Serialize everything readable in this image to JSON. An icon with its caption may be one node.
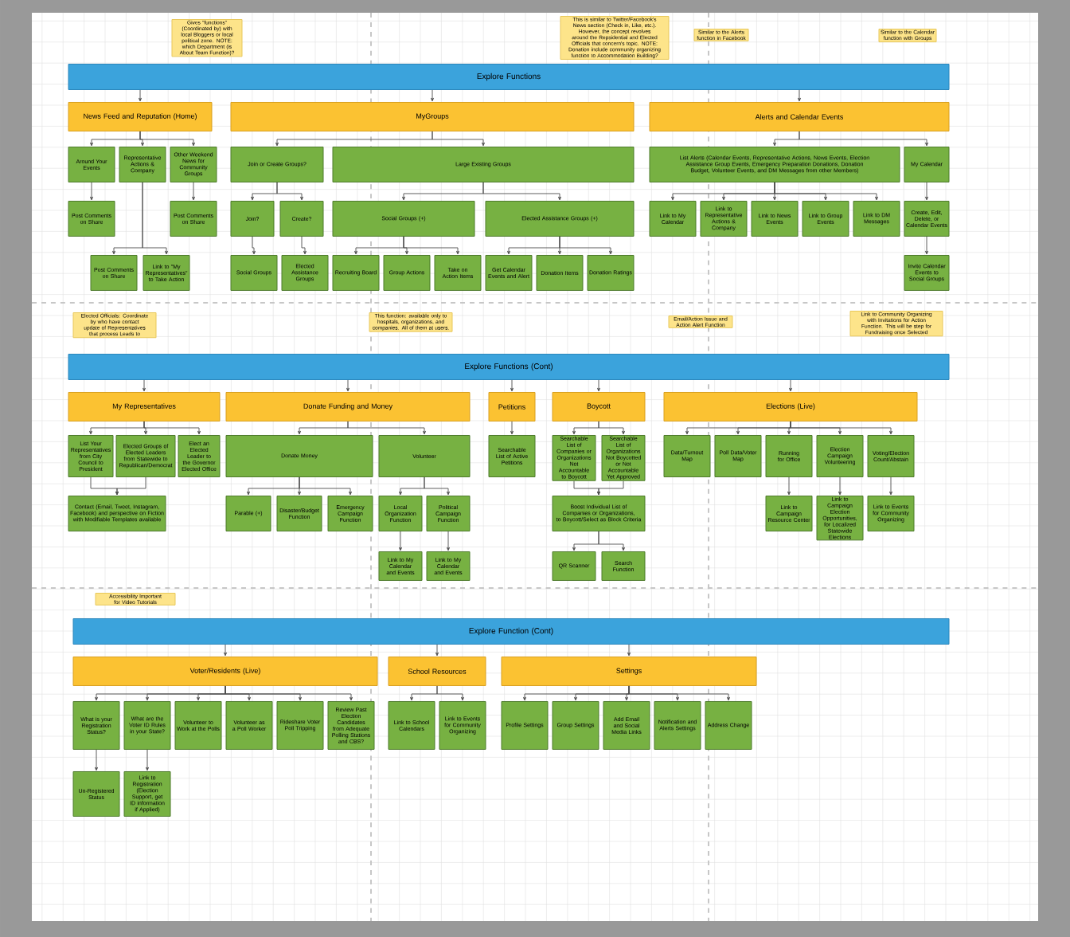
{
  "diagram": {
    "nodes": [
      {
        "text": [
          "Explore Functions"
        ]
      },
      {
        "text": [
          "Gives \"functions\" (Coordinated by) with local Bloggers or local political zone. NOTE: which Department (is About Team Function)?"
        ]
      },
      {
        "text": [
          "News Feed and Reputation (Home)"
        ]
      },
      {
        "text": [
          "MyGroups"
        ]
      },
      {
        "text": [
          "This is similar to Twitter/Facebook's News section (Check in, Like, etc.). However, the concept revolves around the Repsidential and Elected Officials that concern's topic. NOTE: Donation include community organizing function to Accommodation Building?"
        ]
      },
      {
        "text": [
          "Alerts and Calendar Events"
        ]
      },
      {
        "text": [
          "Similar to the Alerts function in Facebook"
        ]
      },
      {
        "text": [
          "Similar to the Calendar function with Groups"
        ]
      },
      {
        "text": [
          "Around Your Events"
        ]
      },
      {
        "text": [
          "Representative Actions & Company"
        ]
      },
      {
        "text": [
          "Other Weekend News for Community Groups"
        ]
      },
      {
        "text": [
          "Join or Create Groups?"
        ]
      },
      {
        "text": [
          "Large Existing Groups"
        ]
      },
      {
        "text": [
          "List Alerts (Calendar Events, Representative Actions, News Events, Election Assistance Group Events, Emergency Preparation Donations, Donation Budget, Volunteer Events, and DM Messages from other Members)"
        ]
      },
      {
        "text": [
          "My Calendar"
        ]
      },
      {
        "text": [
          "Post Comments on Share"
        ]
      },
      {
        "text": [
          "Post Comments on Share"
        ]
      },
      {
        "text": [
          "Join?"
        ]
      },
      {
        "text": [
          "Create?"
        ]
      },
      {
        "text": [
          "Social Groups (+)"
        ]
      },
      {
        "text": [
          "Elected Assistance Groups (+)"
        ]
      },
      {
        "text": [
          "Link to My Calendar"
        ]
      },
      {
        "text": [
          "Link to Representative Actions & Company"
        ]
      },
      {
        "text": [
          "Link to News Events"
        ]
      },
      {
        "text": [
          "Link to Group Events"
        ]
      },
      {
        "text": [
          "Link to DM Messages"
        ]
      },
      {
        "text": [
          "Create, Edit, Delete, or Calendar Events"
        ]
      },
      {
        "text": [
          "Post Comments on Share"
        ]
      },
      {
        "text": [
          "Link to \"My Representatives\" to Take Action"
        ]
      },
      {
        "text": [
          "Social Groups"
        ]
      },
      {
        "text": [
          "Elected Assistance Groups"
        ]
      },
      {
        "text": [
          "Recruiting Board"
        ]
      },
      {
        "text": [
          "Group Actions"
        ]
      },
      {
        "text": [
          "Take on Action Items"
        ]
      },
      {
        "text": [
          "Get Calendar Events and Alert"
        ]
      },
      {
        "text": [
          "Donation Items"
        ]
      },
      {
        "text": [
          "Donation Ratings"
        ]
      },
      {
        "text": [
          "Invite Calendar Events to Social Groups"
        ]
      },
      {
        "text": [
          "Explore Functions (Cont)"
        ]
      },
      {
        "text": [
          "Elected Officials: Coordinate by who have contact update of Representatives that process Leads to"
        ]
      },
      {
        "text": [
          "My Representatives"
        ]
      },
      {
        "text": [
          "Donate Funding and Money"
        ]
      },
      {
        "text": [
          "This function: available only to hospitals, organizations, and companies. All of them at users."
        ]
      },
      {
        "text": [
          "Petitions"
        ]
      },
      {
        "text": [
          "Boycott"
        ]
      },
      {
        "text": [
          "Email/Action Issue and Action Alert Function"
        ]
      },
      {
        "text": [
          "Elections (Live)"
        ]
      },
      {
        "text": [
          "Link to Community Organizing with Invitations for Action Function. This will be step for Fundraising once Selected"
        ]
      },
      {
        "text": [
          "List Your Representatives from City Council to President"
        ]
      },
      {
        "text": [
          "Elected Groups of Elected Leaders from Statewide to Republican/Democrat"
        ]
      },
      {
        "text": [
          "Elect an Elected Leader to the Governor Elected Office"
        ]
      },
      {
        "text": [
          "Donate Money"
        ]
      },
      {
        "text": [
          "Volunteer"
        ]
      },
      {
        "text": [
          "Searchable List of Active Petitions"
        ]
      },
      {
        "text": [
          "Searchable List of Companies or Organizations Not Accountable to Boycott"
        ]
      },
      {
        "text": [
          "Searchable List of Organizations Not Boycotted or Not Accountable Yet Approved"
        ]
      },
      {
        "text": [
          "Data/Turnout Map"
        ]
      },
      {
        "text": [
          "Poll Data/Voter Map"
        ]
      },
      {
        "text": [
          "Running for Office"
        ]
      },
      {
        "text": [
          "Election Campaign Volunteering"
        ]
      },
      {
        "text": [
          "Voting/Election Count/Abstain"
        ]
      },
      {
        "text": [
          "Contact (Email, Tweet, Instagram, Facebook) and perspective on Fiction with Modifiable Templates available"
        ]
      },
      {
        "text": [
          "Parable (+)"
        ]
      },
      {
        "text": [
          "Disaster/Budget Function"
        ]
      },
      {
        "text": [
          "Emergency Campaign Function"
        ]
      },
      {
        "text": [
          "Local Organization Function"
        ]
      },
      {
        "text": [
          "Political Campaign Function"
        ]
      },
      {
        "text": [
          "Boost Individual List of Companies or Organizations, to Boycott/Select as Block Criteria"
        ]
      },
      {
        "text": [
          "Link to Campaign Resource Center"
        ]
      },
      {
        "text": [
          "Link to Campaign Election Opportunities, for Localized Statewide Elections"
        ]
      },
      {
        "text": [
          "Link to Events for Community Organizing"
        ]
      },
      {
        "text": [
          "Link to My Calendar and Events"
        ]
      },
      {
        "text": [
          "Link to My Calendar and Events"
        ]
      },
      {
        "text": [
          "QR Scanner"
        ]
      },
      {
        "text": [
          "Search Function"
        ]
      },
      {
        "text": [
          "Explore Function (Cont)"
        ]
      },
      {
        "text": [
          "Accessibility Important for Video Tutorials"
        ]
      },
      {
        "text": [
          "Voter/Residents (Live)"
        ]
      },
      {
        "text": [
          "School Resources"
        ]
      },
      {
        "text": [
          "Settings"
        ]
      },
      {
        "text": [
          "What is your Registration Status?"
        ]
      },
      {
        "text": [
          "What are the Voter ID Rules in your State?"
        ]
      },
      {
        "text": [
          "Volunteer to Work at the Polls"
        ]
      },
      {
        "text": [
          "Volunteer as a Poll Worker"
        ]
      },
      {
        "text": [
          "Rideshare Voter Poll Tripping"
        ]
      },
      {
        "text": [
          "Review Past Election Candidates from Adequate Polling Stations and CBS?"
        ]
      },
      {
        "text": [
          "Link to School Calendars"
        ]
      },
      {
        "text": [
          "Link to Events for Community Organizing"
        ]
      },
      {
        "text": [
          "Profile Settings"
        ]
      },
      {
        "text": [
          "Group Settings"
        ]
      },
      {
        "text": [
          "Add Email and Social Media Links"
        ]
      },
      {
        "text": [
          "Notification and Alerts Settings"
        ]
      },
      {
        "text": [
          "Address Change"
        ]
      },
      {
        "text": [
          "Un-Registered Status"
        ]
      },
      {
        "text": [
          "Link to Registration (Election Support, get ID information if Applied)"
        ]
      }
    ],
    "edges": [
      {
        "from": 0,
        "to": 2,
        "arrow": "to"
      },
      {
        "from": 0,
        "to": 3,
        "arrow": "to"
      },
      {
        "from": 0,
        "to": 5,
        "arrow": "to"
      },
      {
        "from": 2,
        "to": 8,
        "arrow": "to"
      },
      {
        "from": 2,
        "to": 9,
        "arrow": "to"
      },
      {
        "from": 2,
        "to": 10,
        "arrow": "to"
      },
      {
        "from": 8,
        "to": 15,
        "arrow": "to"
      },
      {
        "from": 10,
        "to": 16,
        "arrow": "to"
      },
      {
        "from": 9,
        "to": 27,
        "arrow": "to"
      },
      {
        "from": 9,
        "to": 28,
        "arrow": "to"
      },
      {
        "from": 3,
        "to": 11,
        "arrow": "to"
      },
      {
        "from": 3,
        "to": 12,
        "arrow": "to"
      },
      {
        "from": 11,
        "to": 17,
        "arrow": "to"
      },
      {
        "from": 11,
        "to": 18,
        "arrow": "to"
      },
      {
        "from": 12,
        "to": 19,
        "arrow": "to"
      },
      {
        "from": 12,
        "to": 20,
        "arrow": "to"
      },
      {
        "from": 17,
        "to": 29,
        "arrow": "to"
      },
      {
        "from": 18,
        "to": 30,
        "arrow": "to"
      },
      {
        "from": 19,
        "to": 31,
        "arrow": "to"
      },
      {
        "from": 19,
        "to": 32,
        "arrow": "to"
      },
      {
        "from": 19,
        "to": 33,
        "arrow": "to"
      },
      {
        "from": 20,
        "to": 34,
        "arrow": "to"
      },
      {
        "from": 20,
        "to": 35,
        "arrow": "to"
      },
      {
        "from": 20,
        "to": 36,
        "arrow": "to"
      },
      {
        "from": 5,
        "to": 13,
        "arrow": "to"
      },
      {
        "from": 5,
        "to": 14,
        "arrow": "to"
      },
      {
        "from": 13,
        "to": 21,
        "arrow": "to"
      },
      {
        "from": 13,
        "to": 22,
        "arrow": "to"
      },
      {
        "from": 13,
        "to": 23,
        "arrow": "to"
      },
      {
        "from": 13,
        "to": 24,
        "arrow": "to"
      },
      {
        "from": 13,
        "to": 25,
        "arrow": "to"
      },
      {
        "from": 14,
        "to": 26,
        "arrow": "to"
      },
      {
        "from": 26,
        "to": 37,
        "arrow": "to"
      },
      {
        "from": 38,
        "to": 40,
        "arrow": "to"
      },
      {
        "from": 38,
        "to": 41,
        "arrow": "to"
      },
      {
        "from": 38,
        "to": 43,
        "arrow": "to"
      },
      {
        "from": 38,
        "to": 44,
        "arrow": "to"
      },
      {
        "from": 38,
        "to": 46,
        "arrow": "to"
      },
      {
        "from": 40,
        "to": 48,
        "arrow": "to"
      },
      {
        "from": 40,
        "to": 49,
        "arrow": "to"
      },
      {
        "from": 40,
        "to": 50,
        "arrow": "to"
      },
      {
        "from": 48,
        "to": 61,
        "arrow": "to"
      },
      {
        "from": 49,
        "to": 61,
        "arrow": "to"
      },
      {
        "from": 41,
        "to": 51,
        "arrow": "to"
      },
      {
        "from": 41,
        "to": 52,
        "arrow": "to"
      },
      {
        "from": 51,
        "to": 62,
        "arrow": "to"
      },
      {
        "from": 51,
        "to": 63,
        "arrow": "to"
      },
      {
        "from": 51,
        "to": 64,
        "arrow": "to"
      },
      {
        "from": 52,
        "to": 65,
        "arrow": "to"
      },
      {
        "from": 52,
        "to": 66,
        "arrow": "to"
      },
      {
        "from": 65,
        "to": 71,
        "arrow": "to"
      },
      {
        "from": 66,
        "to": 72,
        "arrow": "to"
      },
      {
        "from": 43,
        "to": 53,
        "arrow": "to"
      },
      {
        "from": 44,
        "to": 54,
        "arrow": "to"
      },
      {
        "from": 44,
        "to": 55,
        "arrow": "to"
      },
      {
        "from": 54,
        "to": 67,
        "arrow": "to"
      },
      {
        "from": 55,
        "to": 67,
        "arrow": "to"
      },
      {
        "from": 67,
        "to": 73,
        "arrow": "to"
      },
      {
        "from": 67,
        "to": 74,
        "arrow": "to"
      },
      {
        "from": 46,
        "to": 56,
        "arrow": "to"
      },
      {
        "from": 46,
        "to": 57,
        "arrow": "to"
      },
      {
        "from": 46,
        "to": 58,
        "arrow": "to"
      },
      {
        "from": 46,
        "to": 59,
        "arrow": "to"
      },
      {
        "from": 46,
        "to": 60,
        "arrow": "to"
      },
      {
        "from": 58,
        "to": 68,
        "arrow": "to"
      },
      {
        "from": 59,
        "to": 69,
        "arrow": "to"
      },
      {
        "from": 60,
        "to": 70,
        "arrow": "to"
      },
      {
        "from": 75,
        "to": 77,
        "arrow": "to"
      },
      {
        "from": 75,
        "to": 78,
        "arrow": "to"
      },
      {
        "from": 75,
        "to": 79,
        "arrow": "to"
      },
      {
        "from": 77,
        "to": 80,
        "arrow": "to"
      },
      {
        "from": 77,
        "to": 81,
        "arrow": "to"
      },
      {
        "from": 77,
        "to": 82,
        "arrow": "to"
      },
      {
        "from": 77,
        "to": 83,
        "arrow": "to"
      },
      {
        "from": 77,
        "to": 84,
        "arrow": "to"
      },
      {
        "from": 77,
        "to": 85,
        "arrow": "to"
      },
      {
        "from": 80,
        "to": 93,
        "arrow": "to"
      },
      {
        "from": 81,
        "to": 94,
        "arrow": "to"
      },
      {
        "from": 78,
        "to": 86,
        "arrow": "to"
      },
      {
        "from": 78,
        "to": 87,
        "arrow": "to"
      },
      {
        "from": 79,
        "to": 88,
        "arrow": "to"
      },
      {
        "from": 79,
        "to": 89,
        "arrow": "to"
      },
      {
        "from": 79,
        "to": 90,
        "arrow": "to"
      },
      {
        "from": 79,
        "to": 91,
        "arrow": "to"
      },
      {
        "from": 79,
        "to": 92,
        "arrow": "to"
      }
    ]
  }
}
